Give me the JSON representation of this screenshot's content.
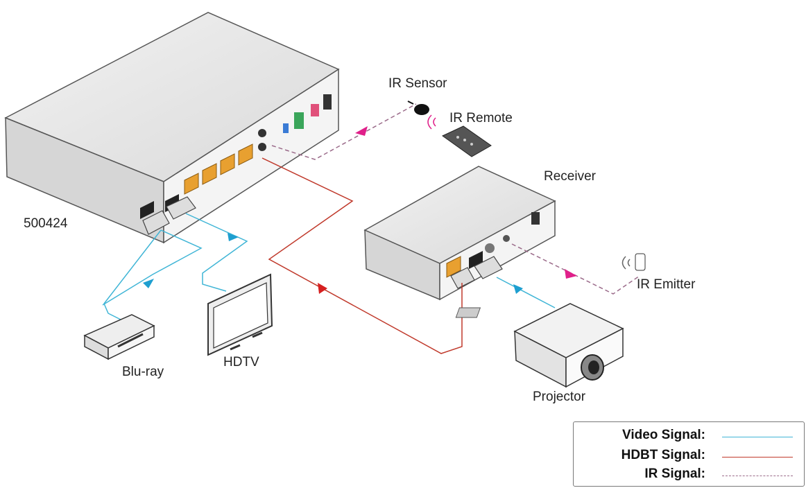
{
  "labels": {
    "switcher_model": "500424",
    "ir_sensor": "IR Sensor",
    "ir_remote": "IR Remote",
    "receiver": "Receiver",
    "ir_emitter": "IR Emitter",
    "bluray": "Blu-ray",
    "hdtv": "HDTV",
    "projector": "Projector"
  },
  "legend": {
    "items": [
      {
        "label": "Video Signal:",
        "color": "#3fb5d6",
        "style": "solid"
      },
      {
        "label": "HDBT  Signal:",
        "color": "#c0392b",
        "style": "solid"
      },
      {
        "label": "IR Signal:",
        "color": "#9b6b8a",
        "style": "dashed"
      }
    ]
  },
  "colors": {
    "video": "#3fb5d6",
    "hdbt": "#c0392b",
    "ir": "#9b6b8a",
    "arrow_video": "#1e9fd0",
    "arrow_hdbt": "#d62020",
    "arrow_ir": "#e0208a",
    "port_orange": "#e8a030"
  }
}
